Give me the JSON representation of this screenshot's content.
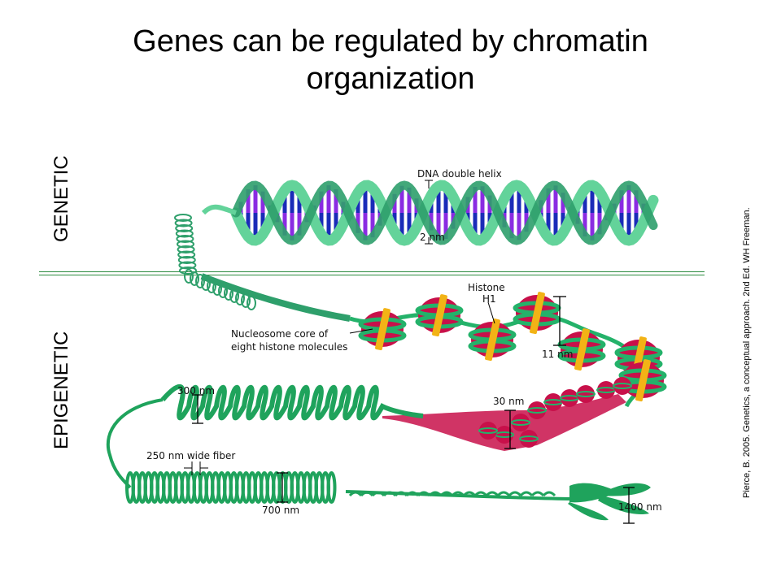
{
  "title_line1": "Genes can be regulated by chromatin",
  "title_line2": "organization",
  "side_labels": {
    "genetic": "GENETIC",
    "epigenetic": "EPIGENETIC"
  },
  "citation": "Pierce, B. 2005.  Genetics, a conceptual approach. 2nd Ed.  WH Freeman.",
  "labels": {
    "dna_double_helix": "DNA double helix",
    "two_nm": "2 nm",
    "histone": "Histone",
    "h1": "H1",
    "nucleosome_line1": "Nucleosome core of",
    "nucleosome_line2": "eight histone molecules",
    "eleven_nm": "11 nm",
    "three_hundred_nm": "300 nm",
    "thirty_nm": "30 nm",
    "fiber_250": "250 nm wide fiber",
    "seven_hundred_nm": "700 nm",
    "fourteen_hundred_nm": "1400 nm"
  },
  "colors": {
    "strand_green": "#63d39a",
    "strand_dark": "#2e9f6b",
    "base_blue": "#1a2bb8",
    "base_purple": "#8a2be2",
    "histone_red": "#c8104a",
    "histone_green": "#24b26a",
    "h1_yellow": "#f2b316",
    "fiber_green": "#1fa35c",
    "divider_green": "#2b8a3e"
  }
}
